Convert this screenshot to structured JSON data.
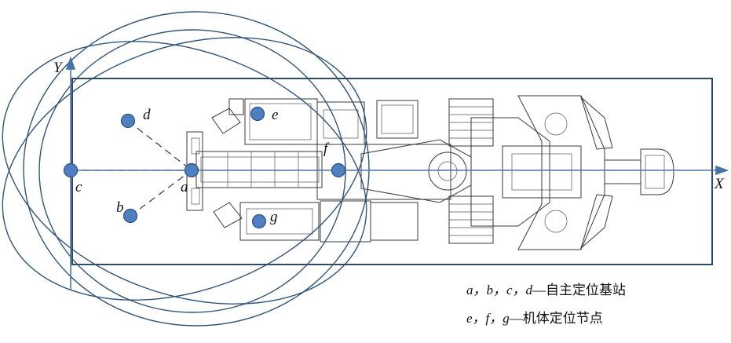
{
  "axes": {
    "x_label": "X",
    "y_label": "Y"
  },
  "stations": [
    {
      "id": "a",
      "label": "a"
    },
    {
      "id": "b",
      "label": "b"
    },
    {
      "id": "c",
      "label": "c"
    },
    {
      "id": "d",
      "label": "d"
    }
  ],
  "nodes": [
    {
      "id": "e",
      "label": "e"
    },
    {
      "id": "f",
      "label": "f"
    },
    {
      "id": "g",
      "label": "g"
    }
  ],
  "legend": {
    "line1_vars": "a，b，c，d",
    "line1_desc": "—自主定位基站",
    "line2_vars": "e，f，g",
    "line2_desc": "—机体定位节点"
  },
  "colors": {
    "point_fill": "#4f7fc1",
    "point_stroke": "#2b4f80",
    "curve": "#2f5478",
    "axis": "#4a74a8",
    "frame": "#2e4a66"
  }
}
